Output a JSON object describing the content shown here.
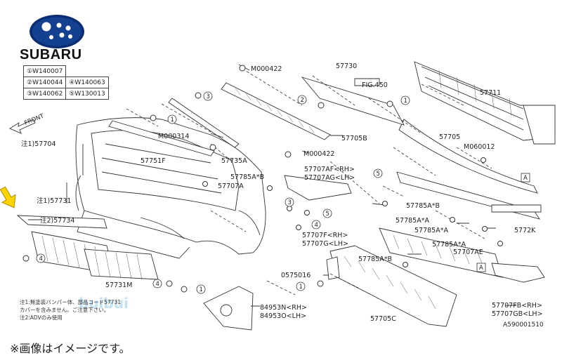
{
  "brand": {
    "name": "SUBARU"
  },
  "legend": {
    "rows": [
      [
        {
          "num": "1",
          "code": "W140007"
        },
        null
      ],
      [
        {
          "num": "2",
          "code": "W140044"
        },
        {
          "num": "4",
          "code": "W140063"
        }
      ],
      [
        {
          "num": "3",
          "code": "W140062"
        },
        {
          "num": "5",
          "code": "W130013"
        }
      ]
    ]
  },
  "labels": {
    "front": "FRONT",
    "m000422_top": "M000422",
    "p57730": "57730",
    "fig450": "FIG.450",
    "p57711": "57711",
    "m000314": "M000314",
    "p57705b": "57705B",
    "p57705": "57705",
    "m060012": "M060012",
    "p57704": "注1)57704",
    "m000422_mid": "M000422",
    "p57751f": "57751F",
    "p57735a": "57735A",
    "p57707af": "57707AF<RH>",
    "p57707ag": "57707AG<LH>",
    "p57785ab_a": "57785A*B",
    "p57707a": "57707A",
    "p57731": "注1)57731",
    "p57785ab_b": "57785A*B",
    "p57734": "注2)57734",
    "p57785aa_1": "57785A*A",
    "p57785aa_2": "57785A*A",
    "p5772k": "5772K",
    "p57707f": "57707F<RH>",
    "p57707g": "57707G<LH>",
    "p57785aa_3": "57785A*A",
    "p57707ae": "57707AE",
    "p57785ab_c": "57785A*B",
    "p0575016": "0575016",
    "p57731m": "57731M",
    "p57707fb": "57707FB<RH>",
    "p57707gb": "57707GB<LH>",
    "p84953n": "84953N<RH>",
    "p84953o": "84953O<LH>",
    "p57705c": "57705C",
    "box_a": "A"
  },
  "notes": [
    "注1:無塗装バンパー体、部品コード57731",
    "カバーを含みません。ご注意下さい。",
    "注2:ADVのみ使用"
  ],
  "watermark": "buibui",
  "ref_code": "A590001510",
  "disclaimer": "※画像はイメージです。"
}
